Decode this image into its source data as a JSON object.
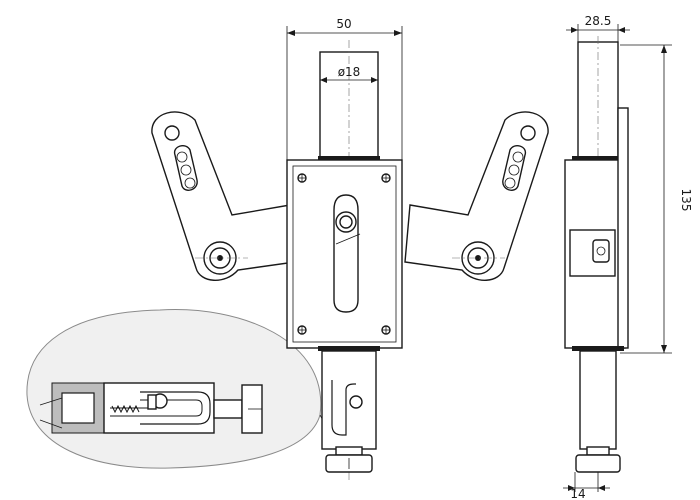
{
  "dimensions": {
    "front_width": "50",
    "shaft_diameter": "ø18",
    "side_width": "28.5",
    "side_height": "135",
    "bottom_offset": "14"
  },
  "colors": {
    "line": "#1a1a1a",
    "shading": "#bdbdbd",
    "detail_bubble": "#f0f0f0"
  }
}
